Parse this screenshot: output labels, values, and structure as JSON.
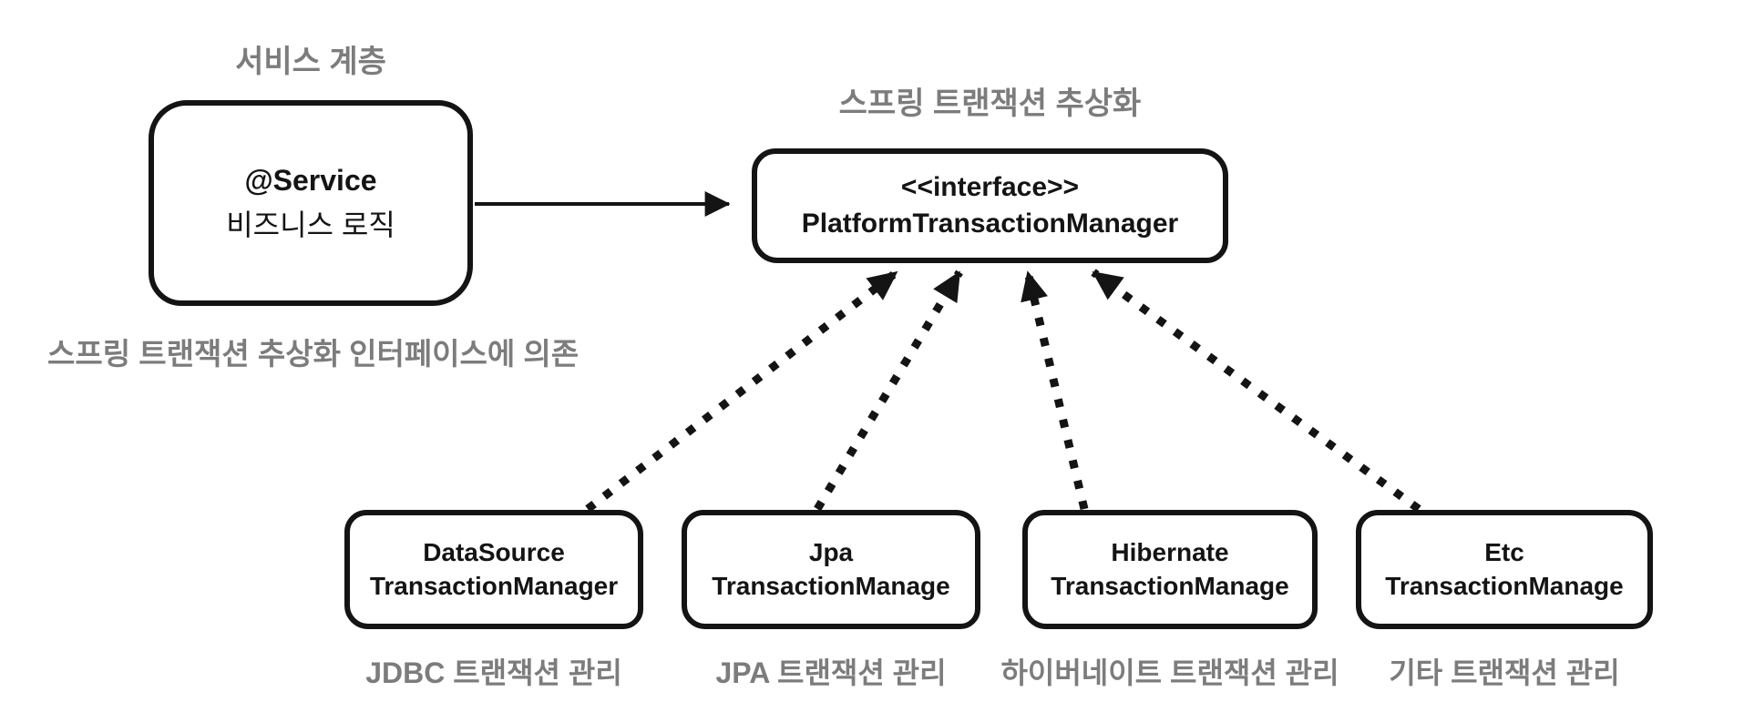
{
  "colors": {
    "ink": "#141414",
    "muted": "#7c7c7c",
    "background": "#ffffff"
  },
  "service_layer": {
    "caption": "서비스 계층",
    "box": {
      "line1": "@Service",
      "line2": "비즈니스 로직"
    },
    "note": "스프링 트랜잭션 추상화 인터페이스에 의존"
  },
  "abstraction": {
    "caption": "스프링 트랜잭션 추상화",
    "box": {
      "stereotype": "<<interface>>",
      "name": "PlatformTransactionManager"
    }
  },
  "implementations": [
    {
      "line1": "DataSource",
      "line2": "TransactionManager",
      "caption": "JDBC 트랜잭션 관리"
    },
    {
      "line1": "Jpa",
      "line2": "TransactionManage",
      "caption": "JPA 트랜잭션 관리"
    },
    {
      "line1": "Hibernate",
      "line2": "TransactionManage",
      "caption": "하이버네이트 트랜잭션 관리"
    },
    {
      "line1": "Etc",
      "line2": "TransactionManage",
      "caption": "기타 트랜잭션 관리"
    }
  ]
}
